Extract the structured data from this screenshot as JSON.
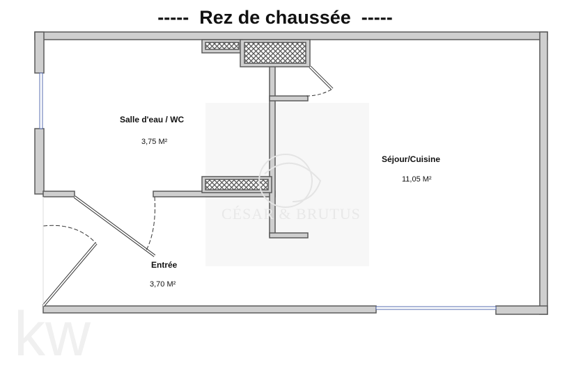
{
  "title": "-----  Rez de chaussée  -----",
  "rooms": [
    {
      "name": "Salle d'eau / WC",
      "area": "3,75 M²"
    },
    {
      "name": "Séjour/Cuisine",
      "area": "11,05 M²"
    },
    {
      "name": "Entrée",
      "area": "3,70 M²"
    }
  ],
  "watermarks": {
    "agency": "CÉSAR & BRUTUS",
    "brand": "kw"
  },
  "colors": {
    "wall": "#cfcfcf",
    "outline": "#5a5a5a",
    "window": "#5a6fb0"
  }
}
